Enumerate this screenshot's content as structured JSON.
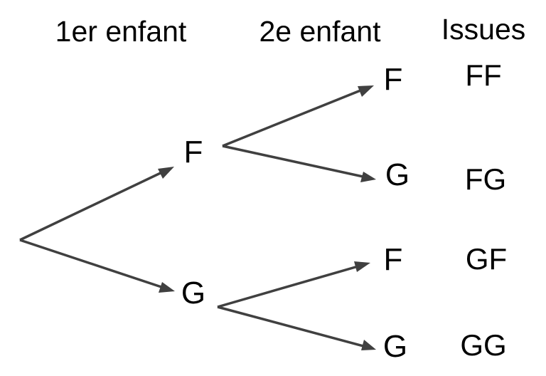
{
  "headers": {
    "first_child": "1er enfant",
    "second_child": "2e enfant",
    "outcomes": "Issues"
  },
  "level1": [
    "F",
    "G"
  ],
  "level2": [
    "F",
    "G",
    "F",
    "G"
  ],
  "outcomes": [
    "FF",
    "FG",
    "GF",
    "GG"
  ],
  "colors": {
    "branch": "#404040",
    "text": "#000000"
  }
}
